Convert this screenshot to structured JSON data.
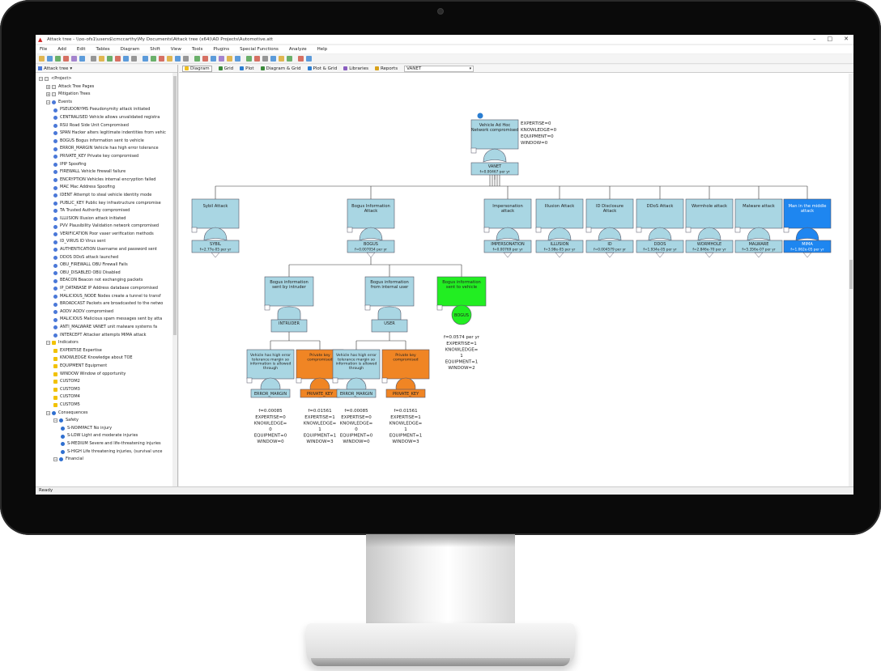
{
  "window": {
    "title": "Attack tree - \\\\oo-ofs1\\users$\\cmccarthy\\My Documents\\Attack tree (x64)\\AD Projects\\Automotive.att"
  },
  "menu": [
    "File",
    "Add",
    "Edit",
    "Tables",
    "Diagram",
    "Shift",
    "View",
    "Tools",
    "Plugins",
    "Special Functions",
    "Analyze",
    "Help"
  ],
  "left_panel": {
    "header": "Attack tree",
    "tree": [
      {
        "label": "<Project>",
        "level": 0,
        "icon": "page"
      },
      {
        "label": "Attack Tree Pages",
        "level": 1,
        "icon": "page"
      },
      {
        "label": "Mitigation Trees",
        "level": 1,
        "icon": "page"
      },
      {
        "label": "Events",
        "level": 1,
        "icon": "ev"
      },
      {
        "label": "PSEUDONYMS Pseudonymity attack initiated",
        "level": 2,
        "icon": "ev"
      },
      {
        "label": "CENTRALISED Vehicle allows unvalidated registra",
        "level": 2,
        "icon": "ev"
      },
      {
        "label": "RSU Road Side Unit Compromised",
        "level": 2,
        "icon": "ev"
      },
      {
        "label": "SPAN Hacker alters legitimate indentities from vehic",
        "level": 2,
        "icon": "ev"
      },
      {
        "label": "BOGUS Bogus information sent to vehicle",
        "level": 2,
        "icon": "ev"
      },
      {
        "label": "ERROR_MARGIN Vehicle has high error tolerance",
        "level": 2,
        "icon": "ev"
      },
      {
        "label": "PRIVATE_KEY Private key compromised",
        "level": 2,
        "icon": "ev"
      },
      {
        "label": "IPIP Spoofing",
        "level": 2,
        "icon": "ev"
      },
      {
        "label": "FIREWALL Vehicle firewall failure",
        "level": 2,
        "icon": "ev"
      },
      {
        "label": "ENCRYPTION Vehicles internal encryption failed",
        "level": 2,
        "icon": "ev"
      },
      {
        "label": "MAC Mac Address Spoofing",
        "level": 2,
        "icon": "ev"
      },
      {
        "label": "IDENT Attempt to steal vehicle identity mode",
        "level": 2,
        "icon": "ev"
      },
      {
        "label": "PUBLIC_KEY Public key infrastructure compromise",
        "level": 2,
        "icon": "ev"
      },
      {
        "label": "TA Trusted Authority compromised",
        "level": 2,
        "icon": "ev"
      },
      {
        "label": "ILLUSION Illusion attack initiated",
        "level": 2,
        "icon": "ev"
      },
      {
        "label": "PVV Plausibility Validation network compromised",
        "level": 2,
        "icon": "ev"
      },
      {
        "label": "VERIFICATION Poor vaser verification methods",
        "level": 2,
        "icon": "ev"
      },
      {
        "label": "ID_VIRUS ID Virus sent",
        "level": 2,
        "icon": "ev"
      },
      {
        "label": "AUTHENTICATION Username and password sent",
        "level": 2,
        "icon": "ev"
      },
      {
        "label": "DDOS DDoS attack launched",
        "level": 2,
        "icon": "ev"
      },
      {
        "label": "OBU_FIREWALL OBU Firewall Fails",
        "level": 2,
        "icon": "ev"
      },
      {
        "label": "OBU_DISABLED OBU Disabled",
        "level": 2,
        "icon": "ev"
      },
      {
        "label": "BEACON Beacon not exchanging packets",
        "level": 2,
        "icon": "ev"
      },
      {
        "label": "IP_DATABASE IP Address database compromised",
        "level": 2,
        "icon": "ev"
      },
      {
        "label": "MALICIOUS_NODE Nodes create a tunnel to transf",
        "level": 2,
        "icon": "ev"
      },
      {
        "label": "BROADCAST Packets are broadcasted to the netwo",
        "level": 2,
        "icon": "ev"
      },
      {
        "label": "AODV AODV compromised",
        "level": 2,
        "icon": "ev"
      },
      {
        "label": "MALICIOUS Malicious spam messages sent by atta",
        "level": 2,
        "icon": "ev"
      },
      {
        "label": "ANTI_MALWARE VANET unit malware systems fa",
        "level": 2,
        "icon": "ev"
      },
      {
        "label": "INTERCEPT Attacker attempts MIMA attack",
        "level": 2,
        "icon": "ev"
      },
      {
        "label": "Indicators",
        "level": 1,
        "icon": "ind"
      },
      {
        "label": "EXPERTISE Expertise",
        "level": 2,
        "icon": "ind"
      },
      {
        "label": "KNOWLEDGE Knowledge about TOE",
        "level": 2,
        "icon": "ind"
      },
      {
        "label": "EQUIPMENT Equipment",
        "level": 2,
        "icon": "ind"
      },
      {
        "label": "WINDOW Window of opportunity",
        "level": 2,
        "icon": "ind"
      },
      {
        "label": "CUSTOM2",
        "level": 2,
        "icon": "ind"
      },
      {
        "label": "CUSTOM3",
        "level": 2,
        "icon": "ind"
      },
      {
        "label": "CUSTOM4",
        "level": 2,
        "icon": "ind"
      },
      {
        "label": "CUSTOM5",
        "level": 2,
        "icon": "ind"
      },
      {
        "label": "Consequences",
        "level": 1,
        "icon": "con"
      },
      {
        "label": "Safety",
        "level": 2,
        "icon": "con"
      },
      {
        "label": "S-NOIMPACT No injury",
        "level": 3,
        "icon": "con"
      },
      {
        "label": "S-LOW Light and moderate injuries",
        "level": 3,
        "icon": "con"
      },
      {
        "label": "S-MEDIUM Severe and life-threatening injuries",
        "level": 3,
        "icon": "con"
      },
      {
        "label": "S-HIGH Life threatening injuries, (survival unce",
        "level": 3,
        "icon": "con"
      },
      {
        "label": "Financial",
        "level": 2,
        "icon": "con"
      }
    ]
  },
  "tabs": [
    "Diagram",
    "Grid",
    "Plot",
    "Diagram & Grid",
    "Plot & Grid",
    "Libraries",
    "Reports"
  ],
  "active_tab": "Diagram",
  "view_selector": "VANET",
  "status": "Ready",
  "colors": {
    "blue_node": "#a9d6e3",
    "orange_node": "#f08524",
    "green_node": "#22ee22",
    "selected_node": "#1e86f0",
    "gate_outline": "#5a6a7a"
  },
  "diagram": {
    "root": {
      "title": "Vehicle Ad Hoc Network compromised",
      "gate": "VANET",
      "freq": "f=0.00467 per yr",
      "indicators": [
        "EXPERTISE=0",
        "KNOWLEDGE=0",
        "EQUIPMENT=0",
        "WINDOW=0"
      ]
    },
    "level1": [
      {
        "title": "Sybil Attack",
        "gate": "SYBIL",
        "freq": "f=2.77e-05 per yr",
        "color": "blue"
      },
      {
        "title": "Bogus Information Attack",
        "gate": "BOGUS",
        "freq": "f=0.007054 per yr",
        "color": "blue"
      },
      {
        "title": "Impersonation attack",
        "gate": "IMPERSONATION",
        "freq": "f=0.00769 per yr",
        "color": "blue"
      },
      {
        "title": "Illusion Attack",
        "gate": "ILLUSION",
        "freq": "f=3.98e-05 per yr",
        "color": "blue"
      },
      {
        "title": "ID Disclosure Attack",
        "gate": "ID",
        "freq": "f=0.004579 per yr",
        "color": "blue"
      },
      {
        "title": "DDoS Attack",
        "gate": "DDOS",
        "freq": "f=1.934e-05 per yr",
        "color": "blue"
      },
      {
        "title": "Wormhole attack",
        "gate": "WORMHOLE",
        "freq": "f=2.846e-70 per yr",
        "color": "blue"
      },
      {
        "title": "Malware attack",
        "gate": "MALWARE",
        "freq": "f=5.356e-07 per yr",
        "color": "blue"
      },
      {
        "title": "Man in the middle attack",
        "gate": "MIMA",
        "freq": "f=1.062e-05 per yr",
        "color": "selected"
      }
    ],
    "level2": [
      {
        "title": "Bogus information sent by intruder",
        "gate": "INTRUDER"
      },
      {
        "title": "Bogus information from internal user",
        "gate": "USER"
      },
      {
        "title": "Bogus information sent to vehicle",
        "gate": "BOGUS",
        "freq": "f=0.0574 per yr",
        "indicators": [
          "EXPERTISE=1",
          "KNOWLEDGE=",
          "1",
          "EQUIPMENT=1",
          "WINDOW=2"
        ]
      }
    ],
    "level3": [
      {
        "title": "Vehicle has high error tolerance margin so information is allowed through",
        "gate": "ERROR_MARGIN",
        "freq": "f=0.00085",
        "indicators": [
          "EXPERTISE=0",
          "KNOWLEDGE=",
          "0",
          "EQUIPMENT=0",
          "WINDOW=0"
        ],
        "color": "blue"
      },
      {
        "title": "Private key compromised",
        "gate": "PRIVATE_KEY",
        "freq": "f=0.01561",
        "indicators": [
          "EXPERTISE=1",
          "KNOWLEDGE=",
          "1",
          "EQUIPMENT=1",
          "WINDOW=3"
        ],
        "color": "orange"
      },
      {
        "title": "Vehicle has high error tolerance margin so information is allowed through",
        "gate": "ERROR_MARGIN",
        "freq": "f=0.00085",
        "indicators": [
          "EXPERTISE=0",
          "KNOWLEDGE=",
          "0",
          "EQUIPMENT=0",
          "WINDOW=0"
        ],
        "color": "blue"
      },
      {
        "title": "Private key compromised",
        "gate": "PRIVATE_KEY",
        "freq": "f=0.01561",
        "indicators": [
          "EXPERTISE=1",
          "KNOWLEDGE=",
          "1",
          "EQUIPMENT=1",
          "WINDOW=3"
        ],
        "color": "orange"
      }
    ]
  }
}
